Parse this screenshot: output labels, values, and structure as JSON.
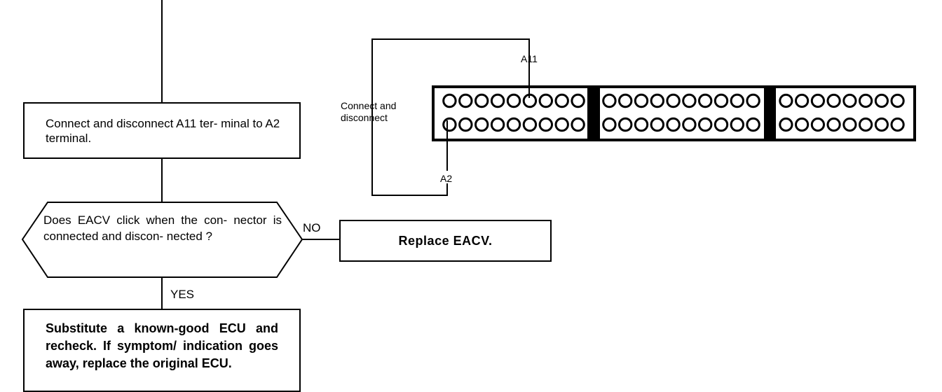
{
  "flow": {
    "step1_text": "Connect and disconnect A11 ter- minal to A2 terminal.",
    "question_text": "Does EACV click when the con- nector is connected and discon- nected ?",
    "no_label": "NO",
    "yes_label": "YES",
    "no_action": "Replace EACV.",
    "yes_action": "Substitute a known-good ECU and recheck. If symptom/ indication goes away, replace the original ECU."
  },
  "connector": {
    "jumper_label": "Connect and disconnect",
    "pin_top": "A11",
    "pin_bottom": "A2",
    "section_pins": [
      9,
      10,
      8
    ],
    "rows": 2
  }
}
